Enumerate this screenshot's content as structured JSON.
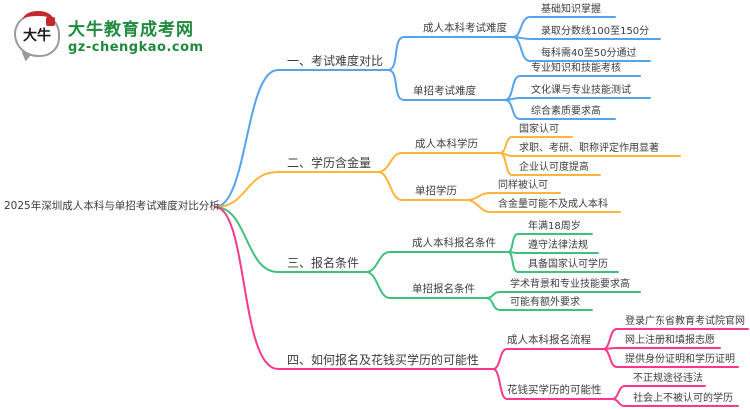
{
  "logo": {
    "icon_text": "大牛",
    "brand": "大牛教育成考网",
    "domain": "gz-chengkao.com",
    "brand_color": "#1f8a3d",
    "seal_color": "#c5272d"
  },
  "root": {
    "label": "2025年深圳成人本科与单招考试难度对比分析"
  },
  "colors": {
    "branch1": "#57a3ea",
    "branch2": "#ffb43c",
    "branch3": "#3fc17e",
    "branch4": "#f8388c",
    "text": "#3d3d3d"
  },
  "branches": [
    {
      "label": "一、考试难度对比",
      "color": "#57a3ea",
      "children": [
        {
          "label": "成人本科考试难度",
          "children": [
            "基础知识掌握",
            "录取分数线100至150分",
            "每科需40至50分通过"
          ]
        },
        {
          "label": "单招考试难度",
          "children": [
            "专业知识和技能考核",
            "文化课与专业技能测试",
            "综合素质要求高"
          ]
        }
      ]
    },
    {
      "label": "二、学历含金量",
      "color": "#ffb43c",
      "children": [
        {
          "label": "成人本科学历",
          "children": [
            "国家认可",
            "求职、考研、职称评定作用显著",
            "企业认可度提高"
          ]
        },
        {
          "label": "单招学历",
          "children": [
            "同样被认可",
            "含金量可能不及成人本科"
          ]
        }
      ]
    },
    {
      "label": "三、报名条件",
      "color": "#3fc17e",
      "children": [
        {
          "label": "成人本科报名条件",
          "children": [
            "年满18周岁",
            "遵守法律法规",
            "具备国家认可学历"
          ]
        },
        {
          "label": "单招报名条件",
          "children": [
            "学术背景和专业技能要求高",
            "可能有额外要求"
          ]
        }
      ]
    },
    {
      "label": "四、如何报名及花钱买学历的可能性",
      "color": "#f8388c",
      "children": [
        {
          "label": "成人本科报名流程",
          "children": [
            "登录广东省教育考试院官网",
            "网上注册和填报志愿",
            "提供身份证明和学历证明"
          ]
        },
        {
          "label": "花钱买学历的可能性",
          "children": [
            "不正规途径违法",
            "社会上不被认可的学历"
          ]
        }
      ]
    }
  ]
}
